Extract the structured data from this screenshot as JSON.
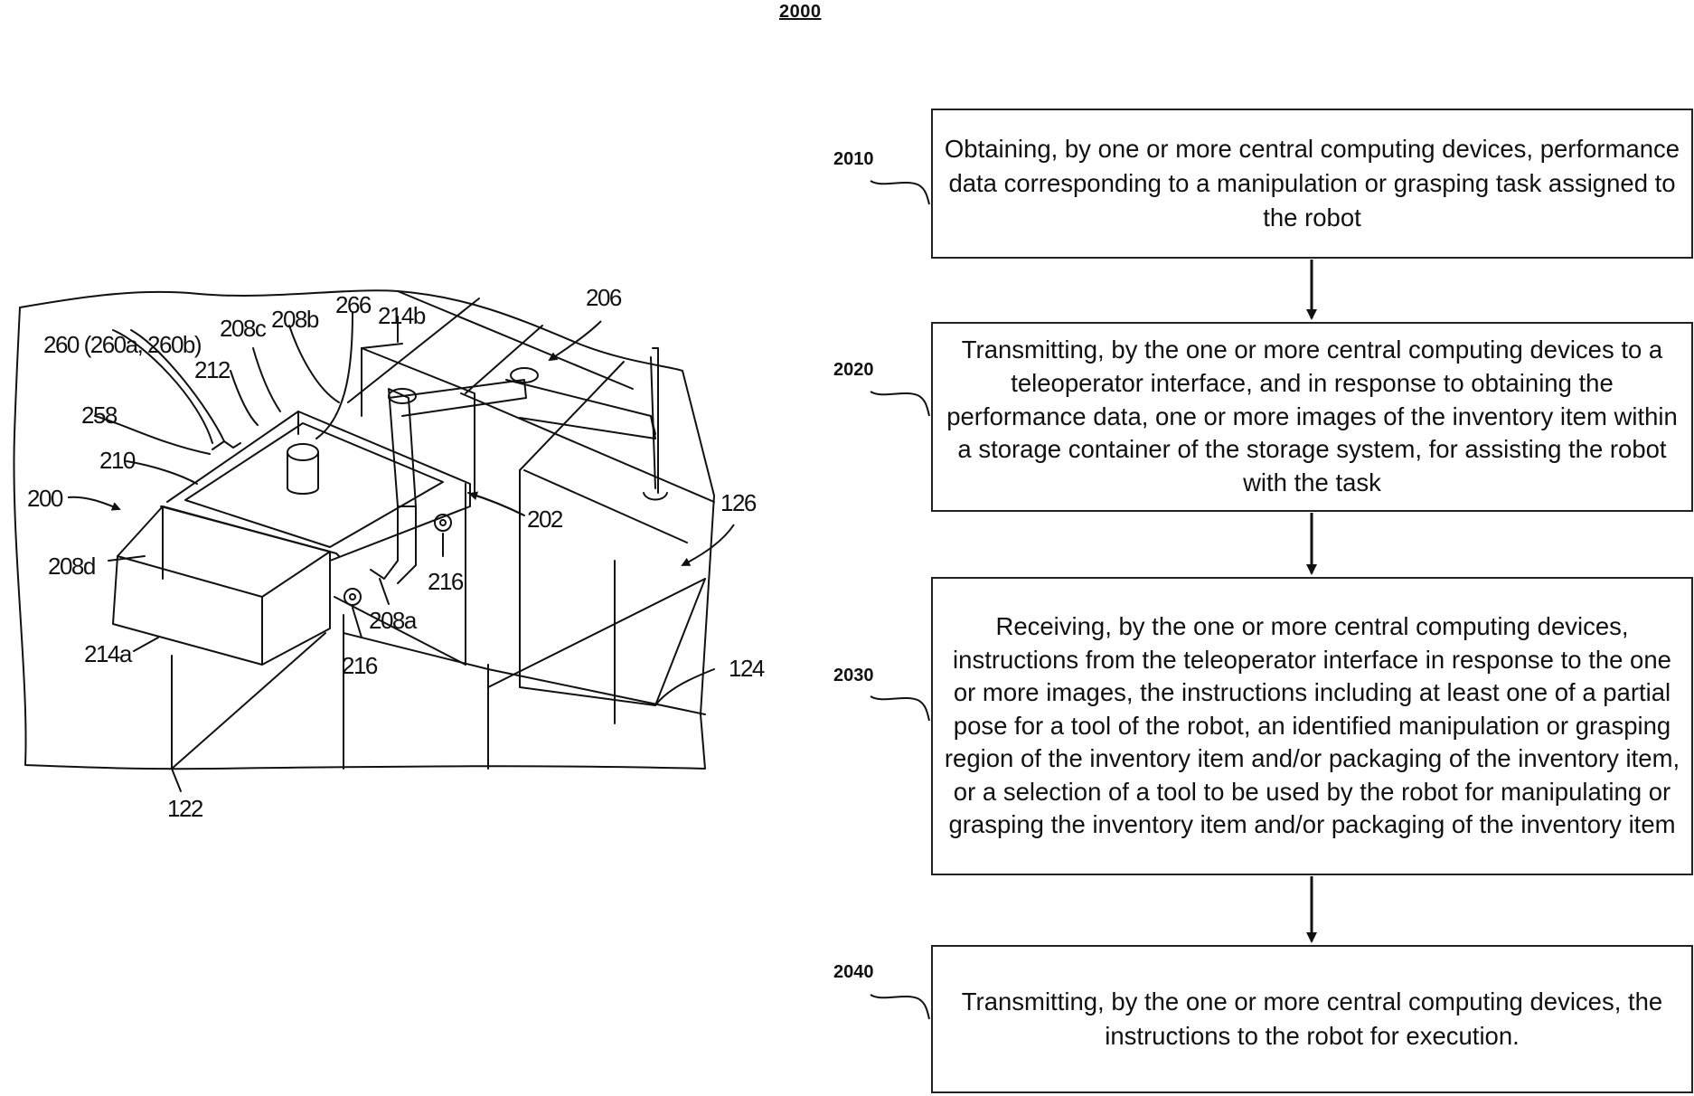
{
  "figure": {
    "number": "2000"
  },
  "steps": [
    {
      "ref": "2010",
      "text": "Obtaining, by one or more central computing devices, performance data corresponding to a manipulation or grasping task assigned to the robot"
    },
    {
      "ref": "2020",
      "text": "Transmitting, by the one or more central computing devices to a teleoperator interface, and in response to obtaining the performance data, one or more images of the inventory item within a storage container of the storage system, for assisting the robot with the task"
    },
    {
      "ref": "2030",
      "text": "Receiving, by the one or more central computing devices, instructions from the teleoperator interface in response to the one or more images, the instructions including at least one of a partial pose for a tool of the robot, an identified manipulation or grasping region of the inventory item and/or packaging of the inventory item, or a selection of a tool to be used by the robot for manipulating or grasping the inventory item and/or packaging of the inventory item"
    },
    {
      "ref": "2040",
      "text": "Transmitting, by the one or more central computing devices, the instructions to the robot for execution."
    }
  ],
  "drawing_labels": {
    "l260": "260 (260a, 260b)",
    "l208c": "208c",
    "l208b": "208b",
    "l266": "266",
    "l214b": "214b",
    "l206": "206",
    "l212": "212",
    "l258": "258",
    "l210": "210",
    "l200": "200",
    "l202": "202",
    "l126": "126",
    "l208d": "208d",
    "l216a": "216",
    "l216b": "216",
    "l208a": "208a",
    "l214a": "214a",
    "l124": "124",
    "l122": "122"
  }
}
